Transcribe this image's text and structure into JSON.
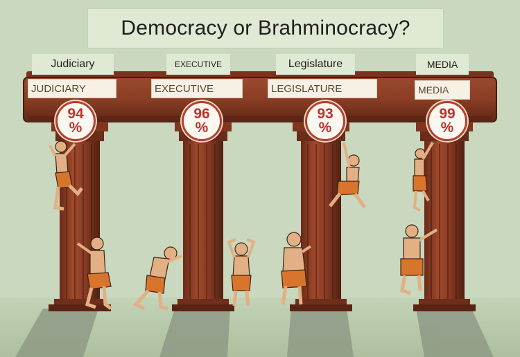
{
  "title": "Democracy or Brahminocracy?",
  "pillars": [
    {
      "top_label": "Judiciary",
      "bar_label": "JUDICIARY",
      "percent_value": "94",
      "percent_sign": "%"
    },
    {
      "top_label": "EXECUTIVE",
      "bar_label": "EXECUTIVE",
      "percent_value": "96",
      "percent_sign": "%"
    },
    {
      "top_label": "Legislature",
      "bar_label": "LEGISLATURE",
      "percent_value": "93",
      "percent_sign": "%"
    },
    {
      "top_label": "MEDIA",
      "bar_label": "MEDIA",
      "percent_value": "99",
      "percent_sign": "%"
    }
  ],
  "colors": {
    "background": "#c9d8be",
    "pillar": "#8c3d26",
    "pillar_dark": "#5e2616",
    "badge_text": "#c0332c",
    "dhoti": "#d9742c",
    "skin": "#e2b084"
  }
}
